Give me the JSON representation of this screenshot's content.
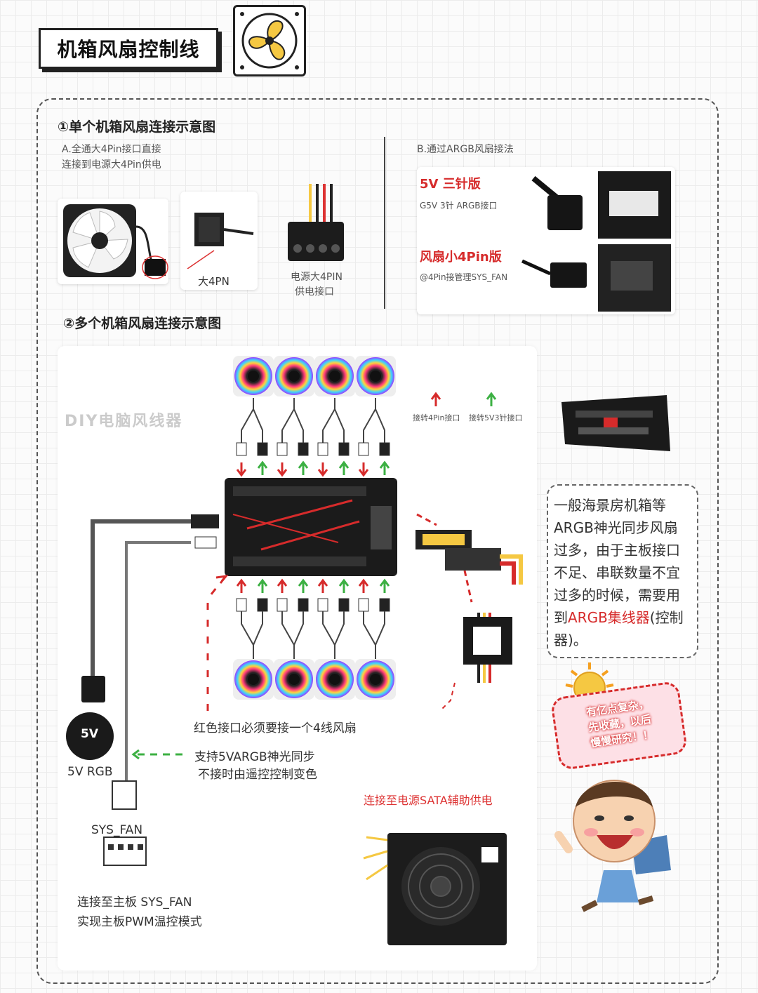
{
  "header": {
    "title": "机箱风扇控制线"
  },
  "section1": {
    "title": "①单个机箱风扇连接示意图",
    "a_caption_line1": "A.全通大4Pin接口直接",
    "a_caption_line2": "连接到电源大4Pin供电",
    "label_big4pin": "大4PN",
    "label_psu_line1": "电源大4PIN",
    "label_psu_line2": "供电接口",
    "b_caption": "B.通过ARGB风扇接法",
    "panel": {
      "row1_title": "5V 三针版",
      "row1_sub": "G5V 3针 ARGB接口",
      "row2_title": "风扇小4Pin版",
      "row2_sub": "@4Pin接管理SYS_FAN"
    }
  },
  "section2": {
    "title": "②多个机箱风扇连接示意图",
    "watermark": "DIY电脑风线器",
    "legend_red": "接转4Pin接口",
    "legend_green": "接转5V3针接口",
    "red_port_note": "红色接口必须要接一个4线风扇",
    "sync_line1": "支持5VARGB神光同步",
    "sync_line2": "不接时由遥控控制变色",
    "rgb_badge": "5V",
    "rgb_label": "5V RGB",
    "sysfan_label": "SYS_FAN",
    "sysfan_note_line1": "连接至主板 SYS_FAN",
    "sysfan_note_line2": "实现主板PWM温控模式",
    "sata_note": "连接至电源SATA辅助供电"
  },
  "note": {
    "text_before": "一般海景房机箱等ARGB神光同步风扇过多，由于主板接口不足、串联数量不宜过多的时候，需要用到",
    "text_red": "ARGB集线器",
    "text_after": "(控制器)。"
  },
  "bubble": {
    "line1": "有亿点复杂，",
    "line2": "先收藏，以后",
    "line3": "慢慢研究！！"
  },
  "colors": {
    "red": "#d62b2b",
    "green": "#3cb043",
    "yellow": "#f5c842"
  }
}
